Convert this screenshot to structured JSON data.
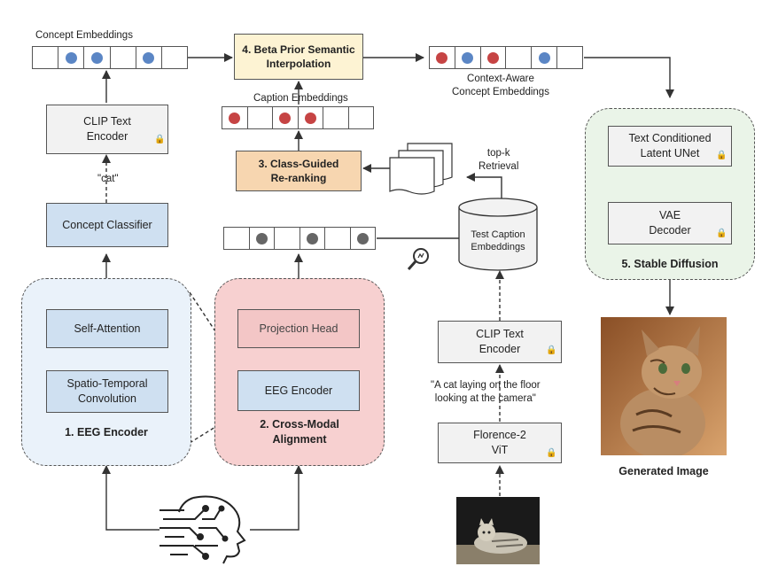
{
  "top_left": {
    "concept_embeddings_label": "Concept Embeddings"
  },
  "clip_text_encoder_left": {
    "label": "CLIP Text\nEncoder"
  },
  "cat_label": "\"cat\"",
  "concept_classifier": {
    "label": "Concept Classifier"
  },
  "eeg_encoder_region": {
    "title": "1. EEG Encoder",
    "self_attention": "Self-Attention",
    "spatio_temporal": "Spatio-Temporal\nConvolution"
  },
  "cross_modal_region": {
    "title": "2. Cross-Modal\nAlignment",
    "projection_head": "Projection Head",
    "eeg_encoder": "EEG Encoder"
  },
  "beta_prior": {
    "label": "4. Beta Prior Semantic\nInterpolation"
  },
  "caption_embeddings_label": "Caption    Embeddings",
  "class_guided": {
    "label": "3. Class-Guided\nRe-ranking"
  },
  "context_aware_label": "Context-Aware\nConcept Embeddings",
  "topk_label": "top-k\nRetrieval",
  "test_caption": {
    "label": "Test Caption\nEmbeddings"
  },
  "clip_text_encoder_right": {
    "label": "CLIP Text\nEncoder"
  },
  "caption_quote": "\"A cat laying on the floor\nlooking at the camera\"",
  "florence": {
    "label": "Florence-2\nViT"
  },
  "stable_diffusion": {
    "title": "5. Stable Diffusion",
    "unet": "Text Conditioned\nLatent UNet",
    "vae": "VAE\nDecoder"
  },
  "generated_image_label": "Generated Image",
  "embeddings": {
    "concept": [
      "empty",
      "blue",
      "blue",
      "empty",
      "blue",
      "empty"
    ],
    "caption": [
      "red",
      "empty",
      "red",
      "red",
      "empty",
      "empty"
    ],
    "context_aware": [
      "red",
      "blue",
      "red",
      "empty",
      "blue",
      "empty"
    ],
    "eeg": [
      "empty",
      "gray",
      "empty",
      "gray",
      "empty",
      "gray"
    ]
  },
  "colors": {
    "blue_dot": "#5b86c5",
    "red_dot": "#c64444",
    "gray_dot": "#666666"
  },
  "icons": [
    "lock-icon",
    "magnifier-icon",
    "brain-head-icon",
    "database-icon",
    "document-stack-icon",
    "photo-cat-icon",
    "generated-cat-image"
  ]
}
